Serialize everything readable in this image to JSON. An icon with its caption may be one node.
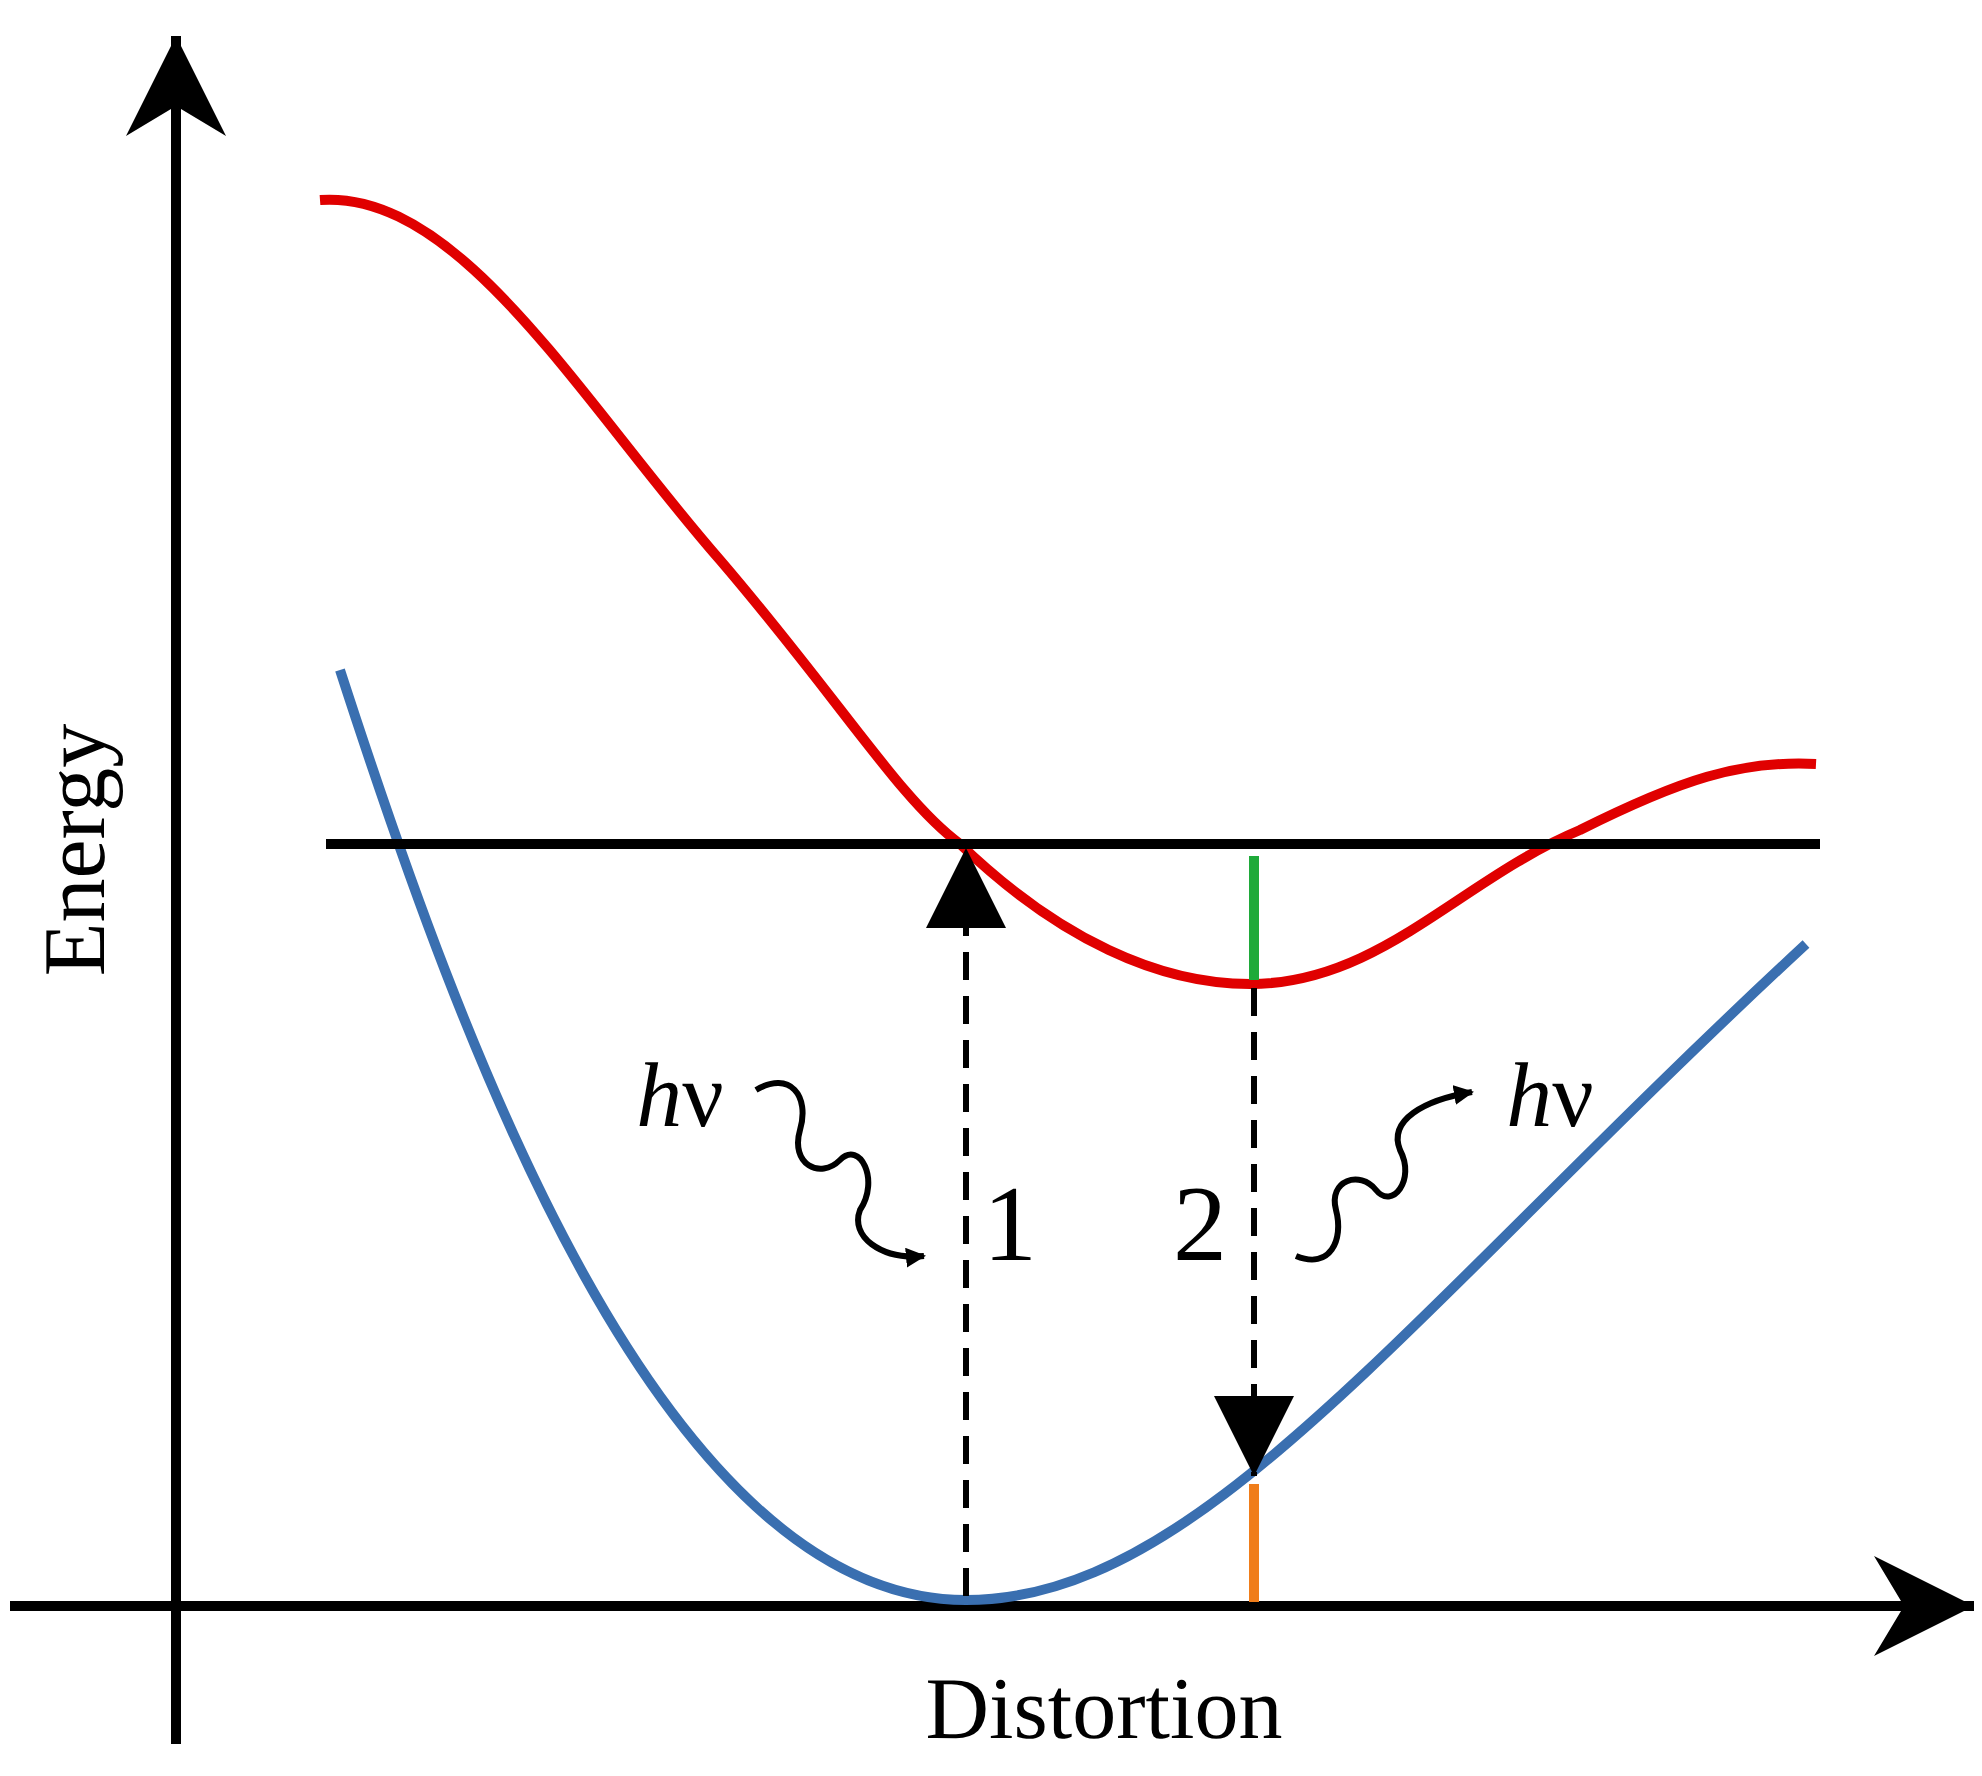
{
  "diagram": {
    "labels": [
      "Energy",
      "hν",
      "hν",
      "1",
      "2",
      "Distortion"
    ]
  }
}
